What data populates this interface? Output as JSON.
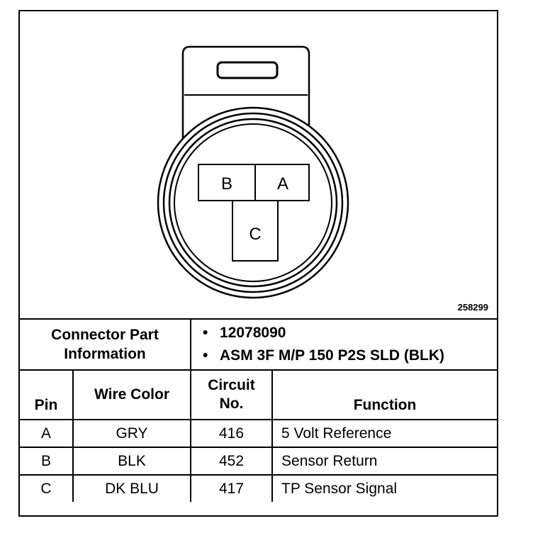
{
  "diagram": {
    "cavities": [
      "B",
      "A",
      "C"
    ],
    "figure_number": "258299"
  },
  "connector_info": {
    "label": "Connector Part Information",
    "part_numbers": [
      "12078090",
      "ASM 3F M/P 150 P2S SLD (BLK)"
    ]
  },
  "pin_table": {
    "headers": {
      "pin": "Pin",
      "wire_color": "Wire Color",
      "circuit_line1": "Circuit",
      "circuit_line2": "No.",
      "function": "Function"
    },
    "rows": [
      {
        "pin": "A",
        "wire_color": "GRY",
        "circuit": "416",
        "function": "5 Volt Reference"
      },
      {
        "pin": "B",
        "wire_color": "BLK",
        "circuit": "452",
        "function": "Sensor Return"
      },
      {
        "pin": "C",
        "wire_color": "DK BLU",
        "circuit": "417",
        "function": "TP Sensor Signal"
      }
    ]
  }
}
